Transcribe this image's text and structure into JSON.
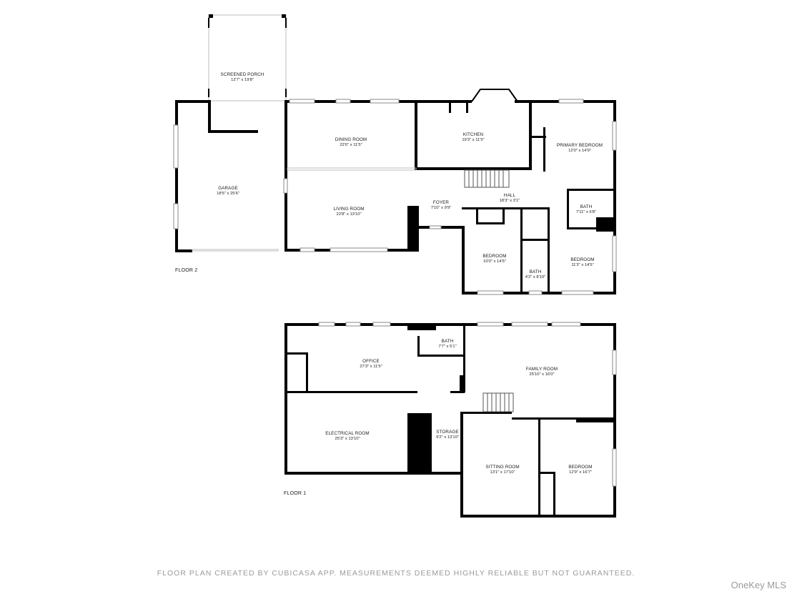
{
  "floors": [
    {
      "label": "FLOOR 2",
      "rooms": [
        {
          "name": "SCREENED PORCH",
          "dims": "12'7\" x 19'8\""
        },
        {
          "name": "GARAGE",
          "dims": "18'5\" x 25'6\""
        },
        {
          "name": "DINING ROOM",
          "dims": "22'6\" x 11'5\""
        },
        {
          "name": "KITCHEN",
          "dims": "19'3\" x 11'5\""
        },
        {
          "name": "PRIMARY BEDROOM",
          "dims": "12'0\" x 14'9\""
        },
        {
          "name": "LIVING ROOM",
          "dims": "22'8\" x 13'10\""
        },
        {
          "name": "FOYER",
          "dims": "7'10\" x 9'9\""
        },
        {
          "name": "HALL",
          "dims": "18'3\" x 3'1\""
        },
        {
          "name": "BATH",
          "dims": "7'11\" x 6'8\""
        },
        {
          "name": "BEDROOM",
          "dims": "10'0\" x 14'5\""
        },
        {
          "name": "BATH",
          "dims": "4'2\" x 8'10\""
        },
        {
          "name": "BEDROOM",
          "dims": "11'3\" x 14'5\""
        }
      ]
    },
    {
      "label": "FLOOR 1",
      "rooms": [
        {
          "name": "BATH",
          "dims": "7'7\" x 5'1\""
        },
        {
          "name": "OFFICE",
          "dims": "27'3\" x 11'5\""
        },
        {
          "name": "FAMILY ROOM",
          "dims": "25'10\" x 16'0\""
        },
        {
          "name": "ELECTRICAL ROOM",
          "dims": "25'3\" x 13'10\""
        },
        {
          "name": "STORAGE",
          "dims": "9'2\" x 13'10\""
        },
        {
          "name": "SITTING ROOM",
          "dims": "13'1\" x 17'10\""
        },
        {
          "name": "BEDROOM",
          "dims": "12'9\" x 16'7\""
        }
      ]
    }
  ],
  "footer": "FLOOR PLAN CREATED BY CUBICASA APP. MEASUREMENTS DEEMED HIGHLY RELIABLE BUT NOT GUARANTEED.",
  "brand": "OneKey MLS"
}
